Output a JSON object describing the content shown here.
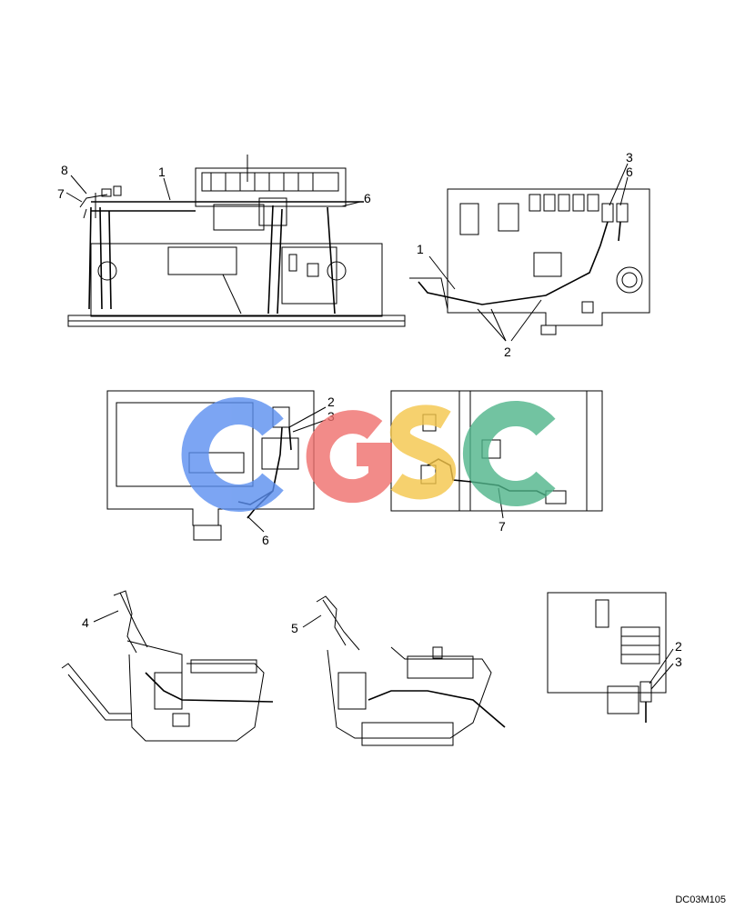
{
  "drawing_code": "DC03M105",
  "watermark": {
    "letters": [
      "C",
      "G",
      "S",
      "C"
    ],
    "colors": [
      "#5b8ff0",
      "#ef6f6c",
      "#f5c64a",
      "#4fb58a"
    ]
  },
  "views": [
    {
      "id": "top-left",
      "labels": [
        "1",
        "6",
        "7",
        "8"
      ]
    },
    {
      "id": "top-right",
      "labels": [
        "1",
        "2",
        "3",
        "6"
      ]
    },
    {
      "id": "middle-left",
      "labels": [
        "2",
        "3",
        "6"
      ]
    },
    {
      "id": "middle-right",
      "labels": [
        "7"
      ]
    },
    {
      "id": "bottom-left",
      "labels": [
        "4"
      ]
    },
    {
      "id": "bottom-middle",
      "labels": [
        "5"
      ]
    },
    {
      "id": "bottom-right",
      "labels": [
        "2",
        "3"
      ]
    }
  ]
}
